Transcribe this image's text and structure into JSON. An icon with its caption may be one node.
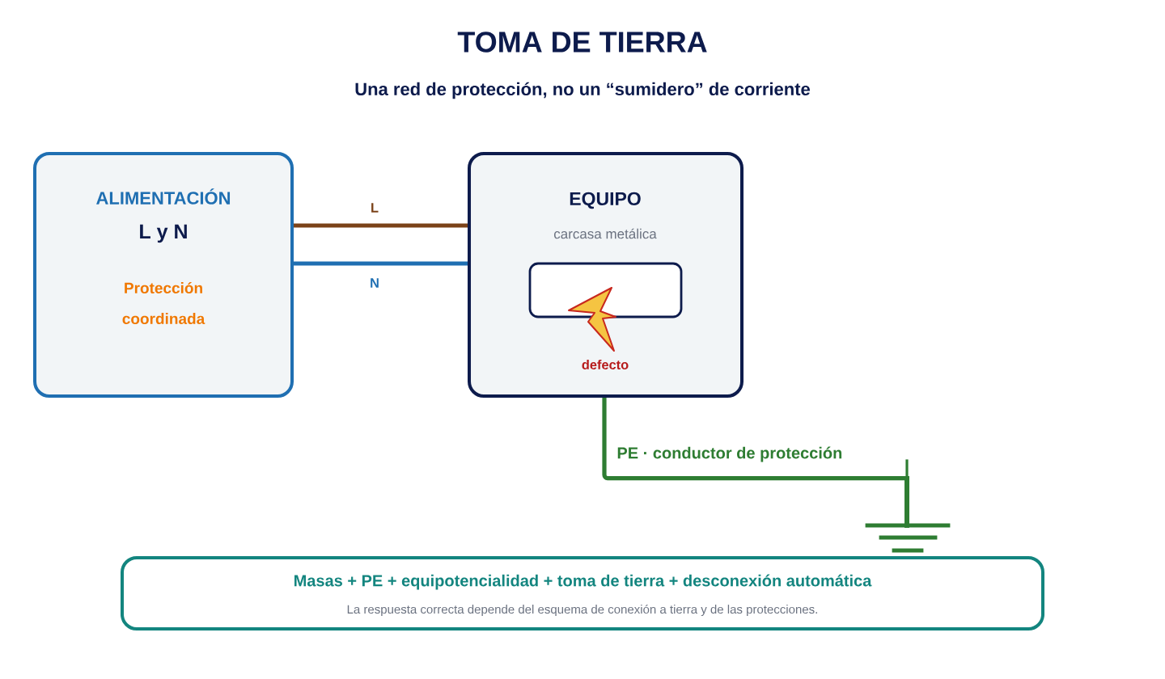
{
  "diagram": {
    "title": "TOMA DE TIERRA",
    "nodes": [
      {
        "text": [
          "ALIMENTACIÓN",
          "L y N",
          "Protección coordinada"
        ]
      },
      {
        "text": [
          "EQUIPO",
          "carcasa metálica",
          "defecto"
        ]
      },
      {
        "text": [],
        "shape": "box",
        "in": 1
      },
      {
        "text": [],
        "shape": "ground"
      },
      {
        "text": [
          "Masas + PE + equipotencialidad + toma de tierra + desconexión automática",
          "La respuesta correcta depende del esquema de conexión a tierra y de las protecciones."
        ]
      }
    ],
    "edges": [
      {
        "from": 0,
        "to": 1,
        "arrow": "none",
        "label": "L",
        "color": "#7b4219"
      },
      {
        "from": 0,
        "to": 1,
        "arrow": "none",
        "label": "N",
        "color": "#1f6fb2"
      },
      {
        "from": 1,
        "to": 3,
        "arrow": "none",
        "label": "PE · conductor de protección",
        "color": "#2e7d32"
      }
    ],
    "labels": [
      "Una red de protección, no un “sumidero” de corriente"
    ]
  }
}
